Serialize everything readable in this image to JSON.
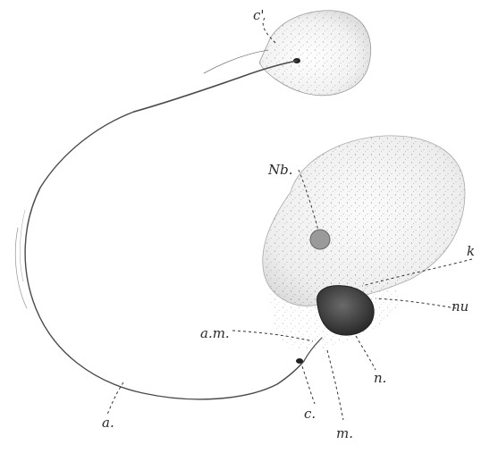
{
  "figure": {
    "labels": {
      "c_prime": "c'",
      "nb": "Nb.",
      "k": "k",
      "nu": "nu",
      "am": "a.m.",
      "n": "n.",
      "c": "c.",
      "m": "m.",
      "a": "a."
    }
  }
}
